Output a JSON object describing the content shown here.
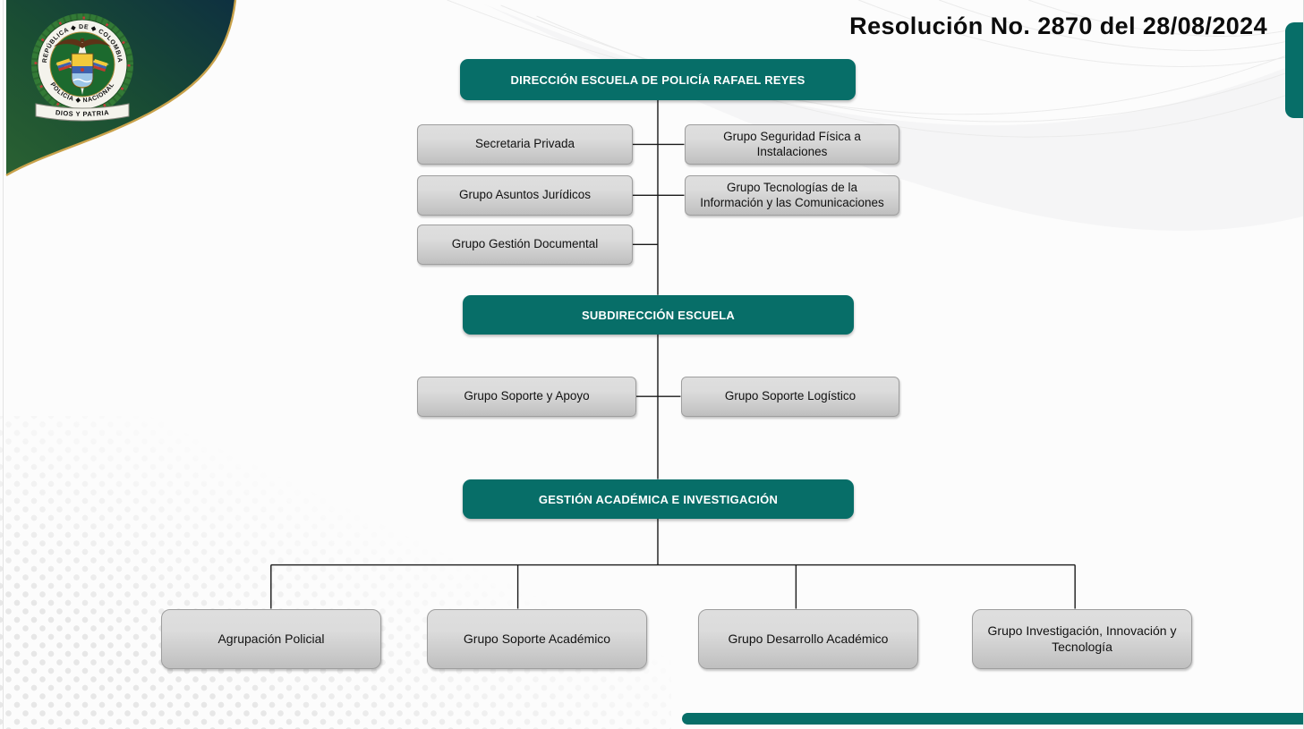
{
  "header": {
    "resolution_label": "Resolución No. 2870 del 28/08/2024"
  },
  "emblem": {
    "ring_top": "REPÚBLICA ◆ DE ◆ COLOMBIA",
    "ring_bottom": "POLICÍA ◆ NACIONAL",
    "motto": "DIOS Y PATRIA"
  },
  "org": {
    "direccion": {
      "label": "DIRECCIÓN ESCUELA DE POLICÍA RAFAEL REYES"
    },
    "direccion_staff_left": [
      "Secretaria Privada",
      "Grupo Asuntos Jurídicos",
      "Grupo Gestión Documental"
    ],
    "direccion_staff_right": [
      "Grupo Seguridad Física a Instalaciones",
      "Grupo Tecnologías de la Información y las Comunicaciones"
    ],
    "subdireccion": {
      "label": "SUBDIRECCIÓN ESCUELA"
    },
    "subdireccion_staff_left": [
      "Grupo Soporte y Apoyo"
    ],
    "subdireccion_staff_right": [
      "Grupo Soporte Logístico"
    ],
    "gestion": {
      "label": "GESTIÓN ACADÉMICA E INVESTIGACIÓN"
    },
    "gestion_children": [
      "Agrupación Policial",
      "Grupo Soporte Académico",
      "Grupo Desarrollo Académico",
      "Grupo Investigación, Innovación y Tecnología"
    ]
  },
  "colors": {
    "teal": "#076e68",
    "gold": "#c9a24b",
    "emblem_green": "#1c6a2e",
    "corner_green_dark": "#0e3040",
    "corner_green_light": "#2a6132",
    "box_gray_top": "#dedede",
    "box_gray_bottom": "#bfbfbf",
    "connector_black": "#1a1a1a"
  }
}
